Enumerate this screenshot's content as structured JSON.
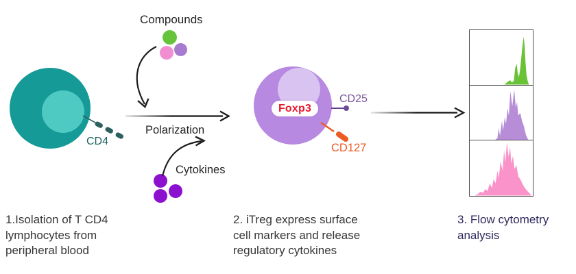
{
  "diagram": {
    "step1": {
      "cell_marker_label": "CD4",
      "caption": [
        "1.Isolation of T CD4",
        "lymphocytes from",
        "peripheral blood"
      ]
    },
    "inputs": {
      "compounds_label": "Compounds",
      "cytokines_label": "Cytokines",
      "process_label": "Polarization"
    },
    "step2": {
      "nucleus_badge_label": "Foxp3",
      "surface_marker1_label": "CD25",
      "surface_marker2_label": "CD127",
      "caption": [
        "2. iTreg express surface",
        "cell markers and release",
        "regulatory cytokines"
      ]
    },
    "step3": {
      "caption": [
        "3. Flow cytometry",
        "analysis"
      ]
    }
  },
  "colors": {
    "ink": "#1d1d1d",
    "text-dark": "#363636",
    "text-step3": "#2e295c",
    "teal-cell": "#159a97",
    "teal-nucleus": "#4ecac3",
    "teal-dark": "#2d605e",
    "cd4-text": "#1e6362",
    "green-dot": "#67c33a",
    "purple-dot": "#a77bd0",
    "pink-dot": "#f18ed2",
    "violet-dot": "#8c11ce",
    "itreg-cell": "#b789e1",
    "itreg-nucleus": "#d9c3f1",
    "foxp3-red": "#e9192b",
    "cd25-purple": "#7b569e",
    "cd25-stem": "#5f4190",
    "cd25-knob": "#6e4b9a",
    "cd127-orange": "#ed5a22",
    "panel-border": "#4c4c4c"
  },
  "chart_data": [
    {
      "type": "area",
      "name": "flow-histogram-top",
      "color": "#6ac336",
      "note": "fluorescence intensity histogram, high narrow peak at right",
      "points": [
        [
          0.55,
          0
        ],
        [
          0.6,
          0.05
        ],
        [
          0.64,
          0.08
        ],
        [
          0.67,
          0.04
        ],
        [
          0.7,
          0.07
        ],
        [
          0.72,
          0.3
        ],
        [
          0.745,
          0.38
        ],
        [
          0.76,
          0.22
        ],
        [
          0.78,
          0.14
        ],
        [
          0.8,
          0.28
        ],
        [
          0.83,
          0.65
        ],
        [
          0.855,
          0.88
        ],
        [
          0.87,
          0.72
        ],
        [
          0.885,
          0.4
        ],
        [
          0.9,
          0.18
        ],
        [
          0.92,
          0.06
        ],
        [
          0.94,
          0
        ]
      ]
    },
    {
      "type": "area",
      "name": "flow-histogram-middle",
      "color": "#b78dd8",
      "note": "multi-spike histogram, center-right",
      "points": [
        [
          0.4,
          0
        ],
        [
          0.44,
          0.04
        ],
        [
          0.46,
          0.22
        ],
        [
          0.48,
          0.08
        ],
        [
          0.51,
          0.35
        ],
        [
          0.53,
          0.18
        ],
        [
          0.555,
          0.42
        ],
        [
          0.575,
          0.3
        ],
        [
          0.6,
          0.58
        ],
        [
          0.62,
          0.45
        ],
        [
          0.645,
          0.9
        ],
        [
          0.675,
          0.62
        ],
        [
          0.705,
          0.93
        ],
        [
          0.73,
          0.6
        ],
        [
          0.75,
          0.7
        ],
        [
          0.77,
          0.45
        ],
        [
          0.8,
          0.5
        ],
        [
          0.83,
          0.35
        ],
        [
          0.86,
          0.25
        ],
        [
          0.89,
          0.1
        ],
        [
          0.92,
          0.02
        ],
        [
          0.93,
          0
        ]
      ]
    },
    {
      "type": "area",
      "name": "flow-histogram-bottom",
      "color": "#f993c9",
      "note": "broad multi-spike histogram",
      "points": [
        [
          0.08,
          0
        ],
        [
          0.13,
          0.03
        ],
        [
          0.17,
          0.07
        ],
        [
          0.21,
          0.05
        ],
        [
          0.25,
          0.12
        ],
        [
          0.28,
          0.08
        ],
        [
          0.32,
          0.22
        ],
        [
          0.35,
          0.14
        ],
        [
          0.38,
          0.3
        ],
        [
          0.41,
          0.22
        ],
        [
          0.44,
          0.45
        ],
        [
          0.46,
          0.32
        ],
        [
          0.49,
          0.62
        ],
        [
          0.52,
          0.45
        ],
        [
          0.545,
          0.82
        ],
        [
          0.565,
          0.6
        ],
        [
          0.59,
          0.97
        ],
        [
          0.615,
          0.7
        ],
        [
          0.64,
          0.88
        ],
        [
          0.66,
          0.58
        ],
        [
          0.685,
          0.72
        ],
        [
          0.71,
          0.48
        ],
        [
          0.74,
          0.55
        ],
        [
          0.77,
          0.35
        ],
        [
          0.81,
          0.28
        ],
        [
          0.85,
          0.18
        ],
        [
          0.9,
          0.1
        ],
        [
          0.95,
          0.04
        ],
        [
          0.98,
          0
        ]
      ]
    }
  ]
}
